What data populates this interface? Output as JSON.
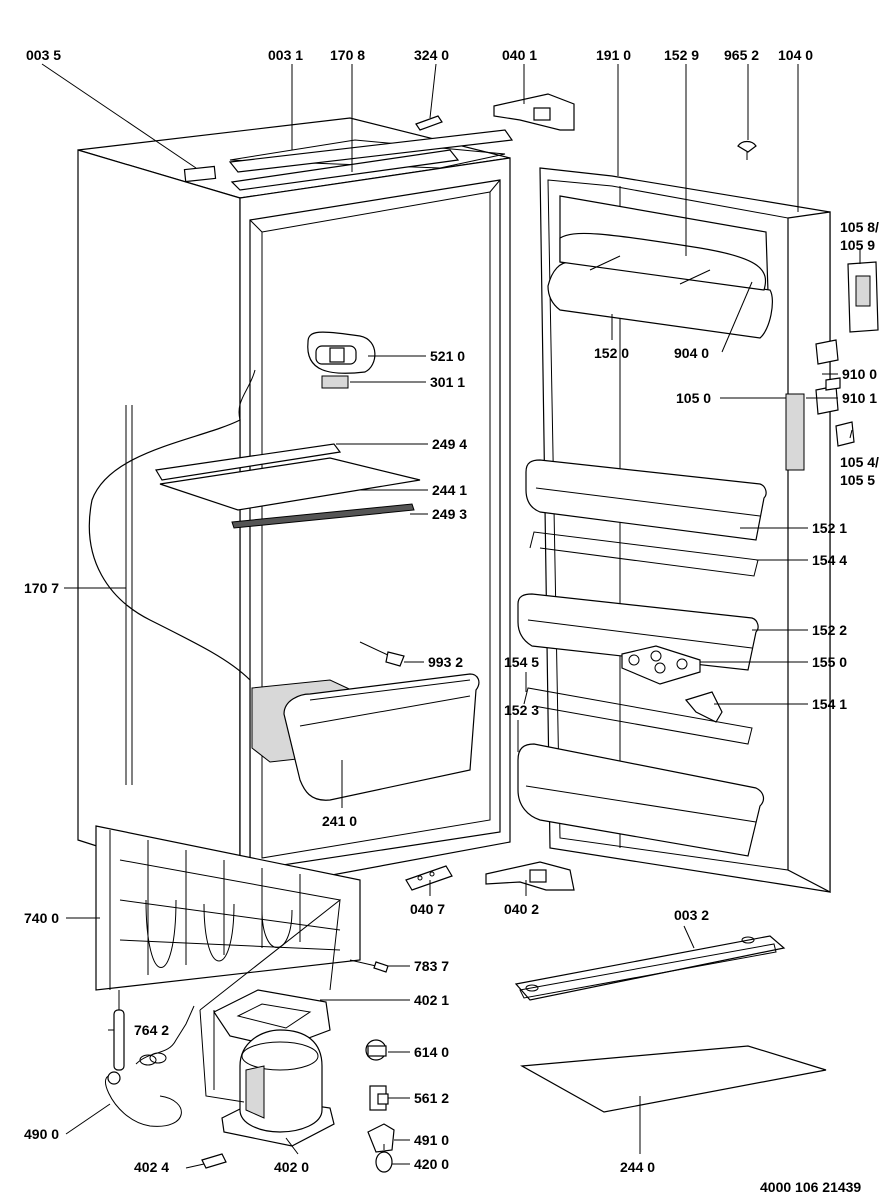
{
  "callouts": [
    {
      "id": "c0035",
      "label": "003 5"
    },
    {
      "id": "c0031",
      "label": "003 1"
    },
    {
      "id": "c1708",
      "label": "170 8"
    },
    {
      "id": "c3240",
      "label": "324 0"
    },
    {
      "id": "c0401",
      "label": "040 1"
    },
    {
      "id": "c1910",
      "label": "191 0"
    },
    {
      "id": "c1529",
      "label": "152 9"
    },
    {
      "id": "c9652",
      "label": "965 2"
    },
    {
      "id": "c1040",
      "label": "104 0"
    },
    {
      "id": "c1058",
      "label": "105 8/"
    },
    {
      "id": "c1059",
      "label": "105 9"
    },
    {
      "id": "c5210",
      "label": "521 0"
    },
    {
      "id": "c1520",
      "label": "152 0"
    },
    {
      "id": "c9040",
      "label": "904 0"
    },
    {
      "id": "c9100",
      "label": "910 0"
    },
    {
      "id": "c3011",
      "label": "301 1"
    },
    {
      "id": "c1050",
      "label": "105 0"
    },
    {
      "id": "c9101",
      "label": "910 1"
    },
    {
      "id": "c1054",
      "label": "105 4/"
    },
    {
      "id": "c1055",
      "label": "105 5"
    },
    {
      "id": "c2494",
      "label": "249 4"
    },
    {
      "id": "c2441",
      "label": "244 1"
    },
    {
      "id": "c2493",
      "label": "249 3"
    },
    {
      "id": "c1521",
      "label": "152 1"
    },
    {
      "id": "c1707",
      "label": "170 7"
    },
    {
      "id": "c1544",
      "label": "154 4"
    },
    {
      "id": "c1522",
      "label": "152 2"
    },
    {
      "id": "c9932",
      "label": "993 2"
    },
    {
      "id": "c1550",
      "label": "155 0"
    },
    {
      "id": "c1545",
      "label": "154 5"
    },
    {
      "id": "c1541",
      "label": "154 1"
    },
    {
      "id": "c1523",
      "label": "152 3"
    },
    {
      "id": "c2410",
      "label": "241 0"
    },
    {
      "id": "c0407",
      "label": "040 7"
    },
    {
      "id": "c0402",
      "label": "040 2"
    },
    {
      "id": "c0032",
      "label": "003 2"
    },
    {
      "id": "c7400",
      "label": "740 0"
    },
    {
      "id": "c7837",
      "label": "783 7"
    },
    {
      "id": "c4021",
      "label": "402 1"
    },
    {
      "id": "c7642",
      "label": "764 2"
    },
    {
      "id": "c6140",
      "label": "614 0"
    },
    {
      "id": "c5612",
      "label": "561 2"
    },
    {
      "id": "c4900",
      "label": "490 0"
    },
    {
      "id": "c4910",
      "label": "491 0"
    },
    {
      "id": "c2440",
      "label": "244 0"
    },
    {
      "id": "c4024",
      "label": "402 4"
    },
    {
      "id": "c4020",
      "label": "402 0"
    },
    {
      "id": "c4200",
      "label": "420 0"
    }
  ],
  "drawing_number": "4000 106 21439"
}
